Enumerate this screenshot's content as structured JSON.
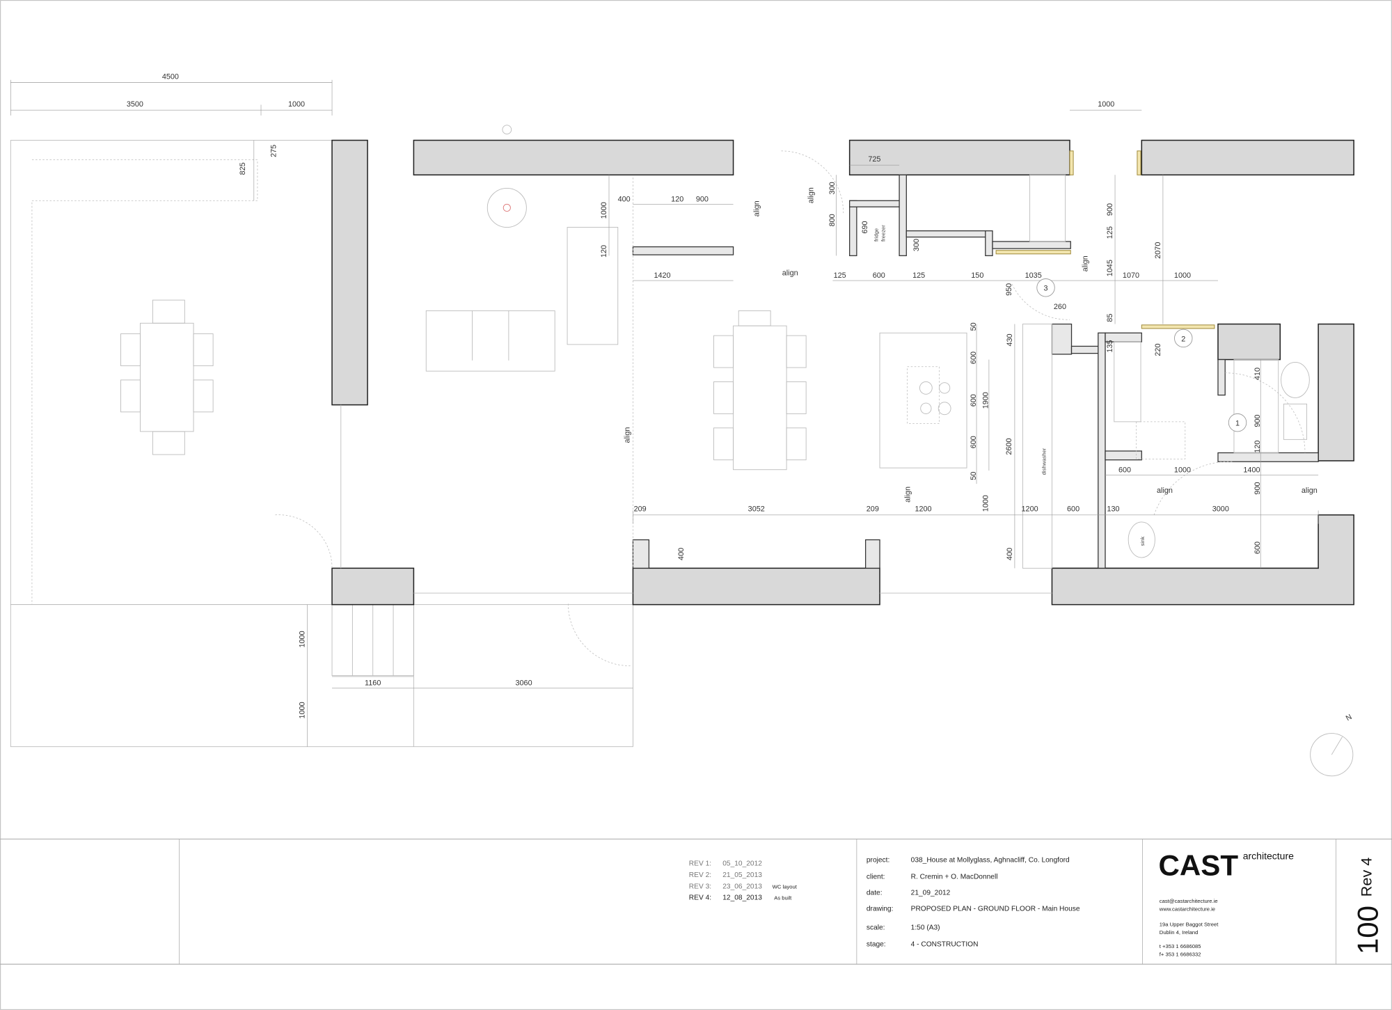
{
  "drawing": {
    "dimensions_h": [
      "4500",
      "3500",
      "1000",
      "1000",
      "725",
      "400",
      "120",
      "900",
      "1420",
      "align",
      "125",
      "600",
      "125",
      "150",
      "1035",
      "1070",
      "1000",
      "260",
      "600",
      "1000",
      "1400",
      "align",
      "align",
      "209",
      "3052",
      "209",
      "1200",
      "1200",
      "600",
      "130",
      "3000",
      "1160",
      "3060"
    ],
    "dimensions_v": [
      "825",
      "275",
      "1000",
      "120",
      "align",
      "align",
      "300",
      "800",
      "690",
      "300",
      "900",
      "125",
      "2070",
      "align",
      "1045",
      "950",
      "50",
      "430",
      "85",
      "135",
      "220",
      "600",
      "600",
      "1900",
      "600",
      "2600",
      "50",
      "410",
      "900",
      "120",
      "900",
      "align",
      "align",
      "1000",
      "400",
      "400",
      "600",
      "1000",
      "1000"
    ],
    "appliances": {
      "fridge": "fridge",
      "freezer": "freezer",
      "dishwasher": "dishwasher",
      "sink": "sink"
    },
    "room_tags": [
      "1",
      "2",
      "3"
    ],
    "north": "N"
  },
  "title_block": {
    "revisions": [
      {
        "label": "REV 1:",
        "date": "05_10_2012",
        "note": ""
      },
      {
        "label": "REV 2:",
        "date": "21_05_2013",
        "note": ""
      },
      {
        "label": "REV 3:",
        "date": "23_06_2013",
        "note": "WC layout"
      },
      {
        "label": "REV 4:",
        "date": "12_08_2013",
        "note": "As built"
      }
    ],
    "fields": [
      {
        "label": "project:",
        "value": "038_House at Mollyglass, Aghnacliff, Co. Longford"
      },
      {
        "label": "client:",
        "value": "R. Cremin + O. MacDonnell"
      },
      {
        "label": "date:",
        "value": "21_09_2012"
      },
      {
        "label": "drawing:",
        "value": "PROPOSED PLAN - GROUND FLOOR - Main House"
      },
      {
        "label": "scale:",
        "value": "1:50 (A3)"
      },
      {
        "label": "stage:",
        "value": "4 - CONSTRUCTION"
      }
    ],
    "firm": {
      "name": "CAST",
      "suffix": "architecture",
      "email": "cast@castarchitecture.ie",
      "web": "www.castarchitecture.ie",
      "address1": "19a Upper Baggot Street",
      "address2": "Dublin 4, Ireland",
      "tel": "t +353 1 6686085",
      "fax": "f+ 353 1 6686332"
    },
    "sheet": {
      "number": "100",
      "rev": "Rev 4"
    }
  }
}
